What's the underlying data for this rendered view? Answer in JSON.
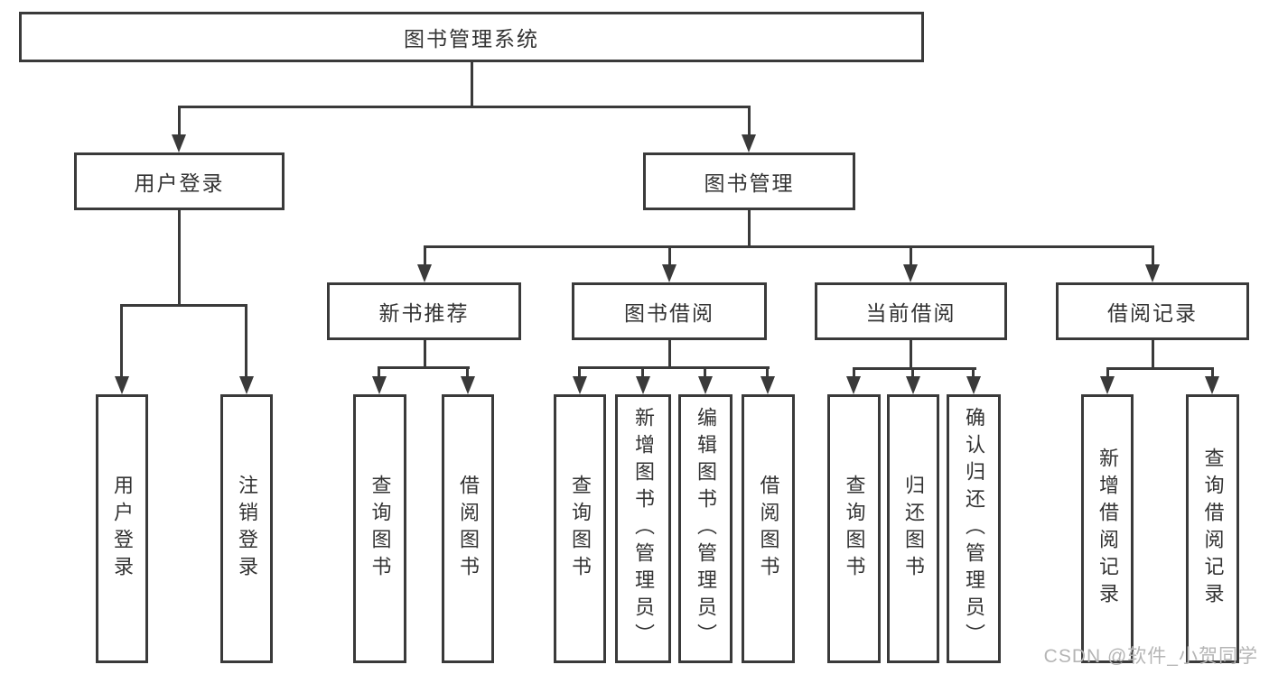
{
  "tree": {
    "label": "图书管理系统",
    "children": [
      {
        "label": "用户登录",
        "children": [
          {
            "label": "用户登录"
          },
          {
            "label": "注销登录"
          }
        ]
      },
      {
        "label": "图书管理",
        "children": [
          {
            "label": "新书推荐",
            "children": [
              {
                "label": "查询图书"
              },
              {
                "label": "借阅图书"
              }
            ]
          },
          {
            "label": "图书借阅",
            "children": [
              {
                "label": "查询图书"
              },
              {
                "label": "新增图书（管理员）"
              },
              {
                "label": "编辑图书（管理员）"
              },
              {
                "label": "借阅图书"
              }
            ]
          },
          {
            "label": "当前借阅",
            "children": [
              {
                "label": "查询图书"
              },
              {
                "label": "归还图书"
              },
              {
                "label": "确认归还（管理员）"
              }
            ]
          },
          {
            "label": "借阅记录",
            "children": [
              {
                "label": "新增借阅记录"
              },
              {
                "label": "查询借阅记录"
              }
            ]
          }
        ]
      }
    ]
  },
  "watermark": {
    "text": "CSDN @软件_小贺同学"
  },
  "colors": {
    "line": "#3a3a3a",
    "text": "#333333",
    "box_bg": "#ffffff",
    "canvas_bg": "#ffffff",
    "watermark": "#b5b5b5"
  }
}
